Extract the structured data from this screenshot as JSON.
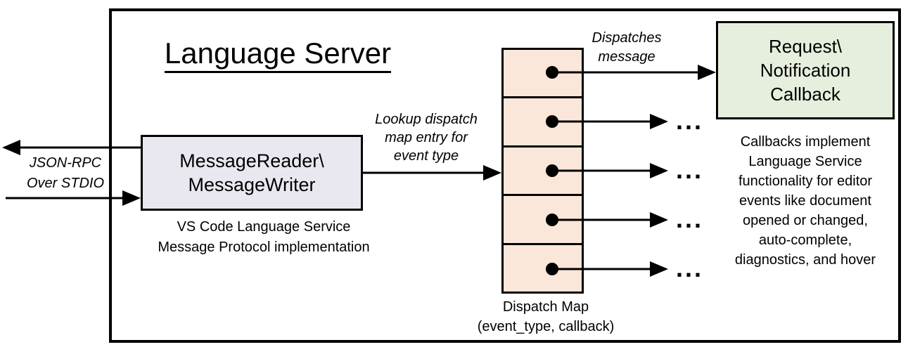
{
  "colors": {
    "background": "#ffffff",
    "line": "#000000",
    "message_box_fill": "#E9E8F0",
    "dispatch_map_fill": "#FBE7DA",
    "callback_box_fill": "#E6EEDD"
  },
  "diagram": {
    "title": "Language Server",
    "stdio_label_lines": [
      "JSON-RPC",
      "Over STDIO"
    ],
    "message_box_lines": [
      "MessageReader\\",
      "MessageWriter"
    ],
    "message_box_caption_lines": [
      "VS Code Language Service",
      "Message Protocol implementation"
    ],
    "lookup_label_lines": [
      "Lookup dispatch",
      "map entry for",
      "event type"
    ],
    "dispatches_label_lines": [
      "Dispatches",
      "message"
    ],
    "dispatch_map_caption_lines": [
      "Dispatch Map",
      "(event_type, callback)"
    ],
    "callback_box_lines": [
      "Request\\",
      "Notification",
      "Callback"
    ],
    "callbacks_note_lines": [
      "Callbacks implement",
      "Language Service",
      "functionality for editor",
      "events like document",
      "opened or changed,",
      "auto-complete,",
      "diagnostics, and hover"
    ],
    "ellipsis": "..."
  }
}
